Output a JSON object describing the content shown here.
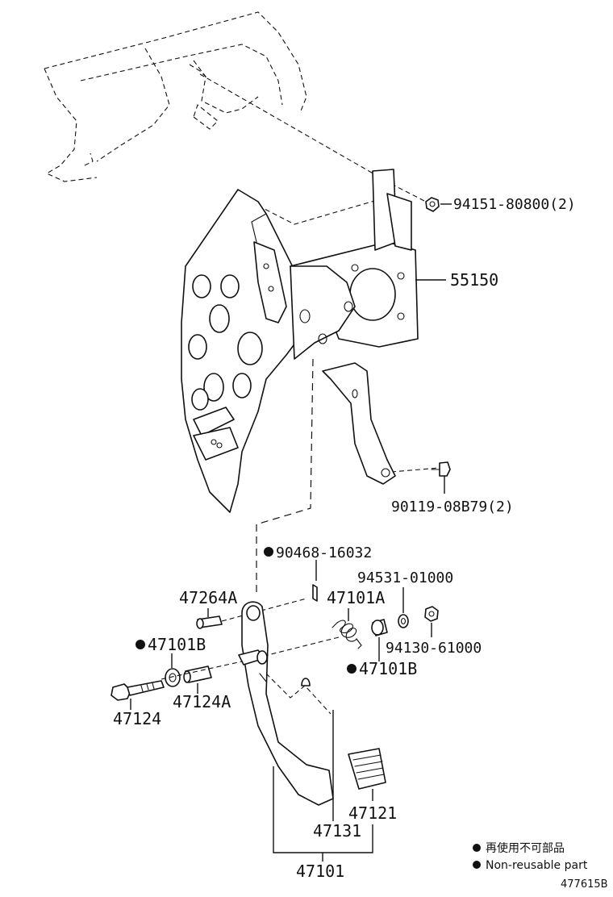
{
  "parts": {
    "nut_94151": "94151-80800(2)",
    "bracket_55150": "55150",
    "bolt_90119": "90119-08B79(2)",
    "clip_90468": "90468-16032",
    "washer_94531": "94531-01000",
    "bushing_47264A": "47264A",
    "spring_47101A": "47101A",
    "bushing_47101B_left": "47101B",
    "nut_94130": "94130-61000",
    "bushing_47101B_right": "47101B",
    "collar_47124A": "47124A",
    "bolt_47124": "47124",
    "pad_47121": "47121",
    "pedal_47131": "47131",
    "assembly_47101": "47101"
  },
  "legend": {
    "japanese": "再使用不可部品",
    "english": "Non-reusable part"
  },
  "illustration_code": "477615B"
}
